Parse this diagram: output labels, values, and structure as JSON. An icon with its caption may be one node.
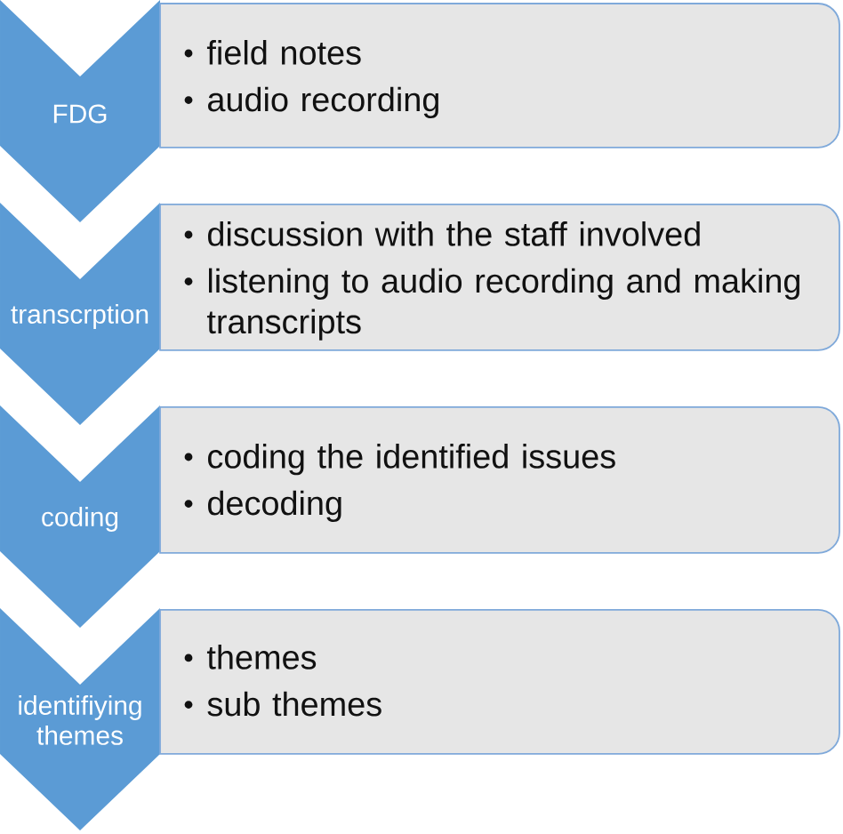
{
  "diagram": {
    "nodes": [
      {
        "text": [
          "FDG"
        ]
      },
      {
        "text": [
          "field notes",
          "audio recording"
        ]
      },
      {
        "text": [
          "transcrption"
        ]
      },
      {
        "text": [
          "discussion with the staff involved",
          "listening to audio recording and making transcripts"
        ]
      },
      {
        "text": [
          "coding"
        ]
      },
      {
        "text": [
          "coding the identified issues",
          "decoding"
        ]
      },
      {
        "text": [
          "identifiying themes"
        ]
      },
      {
        "text": [
          "themes",
          "sub themes"
        ]
      }
    ]
  }
}
